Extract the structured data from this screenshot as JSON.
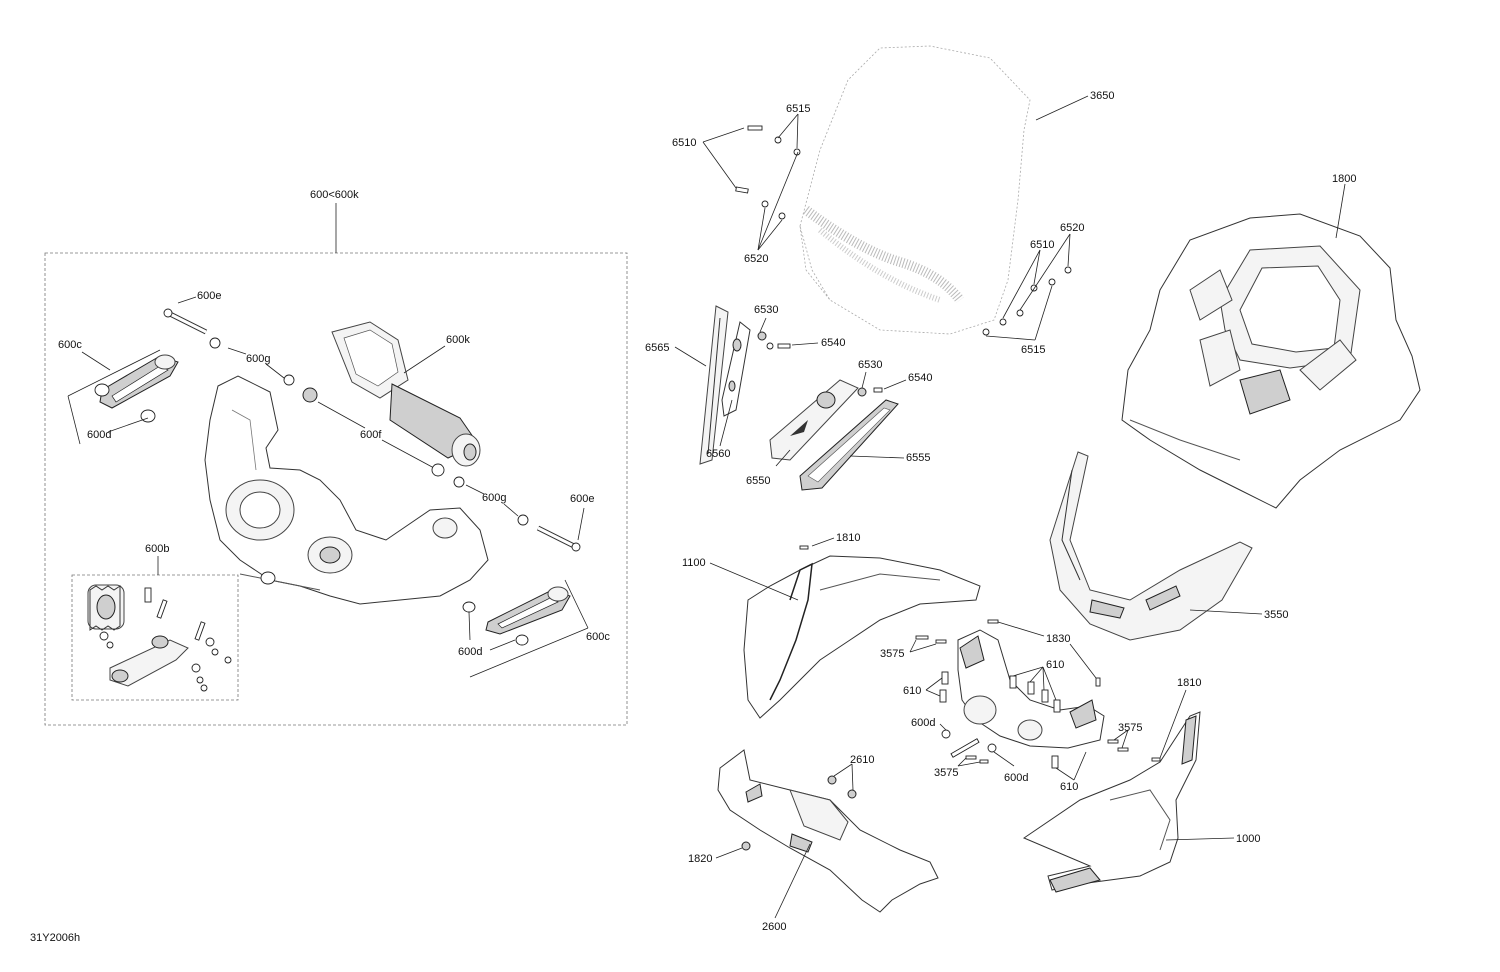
{
  "figure_id": "31Y2006h",
  "group_label": "600<600k",
  "labels": {
    "l600e_a": "600e",
    "l600c_a": "600c",
    "l600g_a": "600g",
    "l600k": "600k",
    "l600d_a": "600d",
    "l600f": "600f",
    "l600g_b": "600g",
    "l600e_b": "600e",
    "l600b": "600b",
    "l600d_b": "600d",
    "l600c_b": "600c",
    "l3650": "3650",
    "l6515_a": "6515",
    "l6510_a": "6510",
    "l6520_a": "6520",
    "l1800": "1800",
    "l6520_b": "6520",
    "l6510_b": "6510",
    "l6515_b": "6515",
    "l6530_a": "6530",
    "l6565": "6565",
    "l6540_a": "6540",
    "l6530_b": "6530",
    "l6540_b": "6540",
    "l6560": "6560",
    "l6555": "6555",
    "l6550": "6550",
    "l1810_a": "1810",
    "l1100": "1100",
    "l3550": "3550",
    "l1830": "1830",
    "l3575_a": "3575",
    "l610_a": "610",
    "l610_b": "610",
    "l1810_b": "1810",
    "l600d_c": "600d",
    "l3575_b": "3575",
    "l2610": "2610",
    "l3575_c": "3575",
    "l600d_d": "600d",
    "l610_c": "610",
    "l1000": "1000",
    "l1820": "1820",
    "l2600": "2600"
  }
}
